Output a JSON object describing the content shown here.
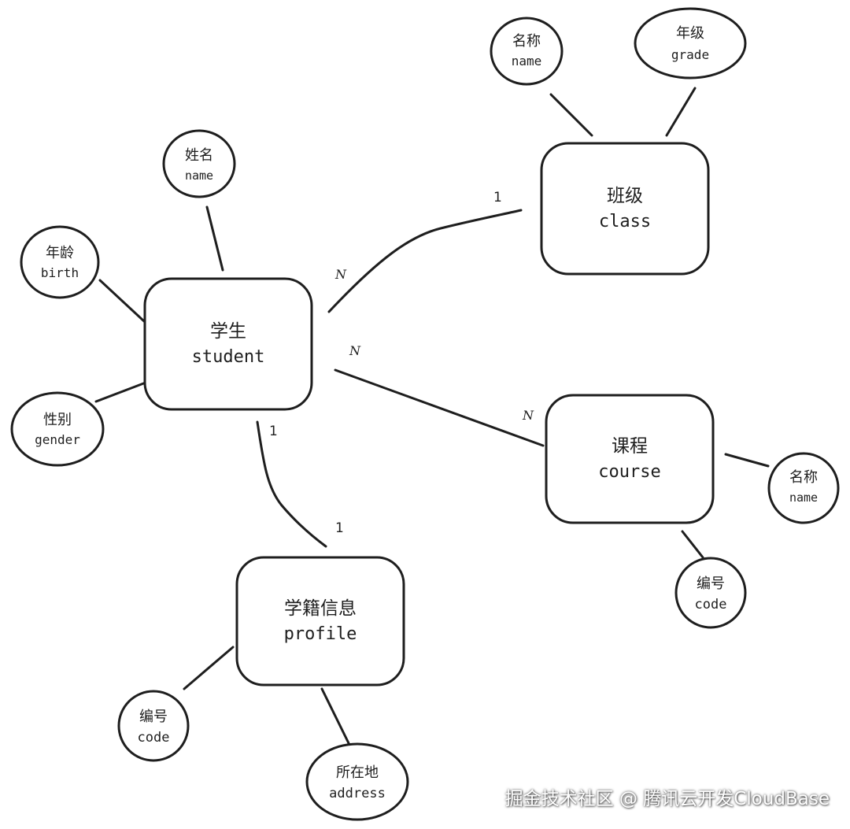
{
  "entities": {
    "student": {
      "cn": "学生",
      "en": "student"
    },
    "class": {
      "cn": "班级",
      "en": "class"
    },
    "course": {
      "cn": "课程",
      "en": "course"
    },
    "profile": {
      "cn": "学籍信息",
      "en": "profile"
    }
  },
  "attributes": {
    "student_name": {
      "cn": "姓名",
      "en": "name"
    },
    "student_birth": {
      "cn": "年龄",
      "en": "birth"
    },
    "student_gender": {
      "cn": "性别",
      "en": "gender"
    },
    "class_name": {
      "cn": "名称",
      "en": "name"
    },
    "class_grade": {
      "cn": "年级",
      "en": "grade"
    },
    "course_name": {
      "cn": "名称",
      "en": "name"
    },
    "course_code": {
      "cn": "编号",
      "en": "code"
    },
    "profile_code": {
      "cn": "编号",
      "en": "code"
    },
    "profile_address": {
      "cn": "所在地",
      "en": "address"
    }
  },
  "cardinalities": {
    "student_class_student": "N",
    "student_class_class": "1",
    "student_course_student": "N",
    "student_course_course": "N",
    "student_profile_student": "1",
    "student_profile_profile": "1"
  },
  "watermark": "掘金技术社区 @ 腾讯云开发CloudBase"
}
